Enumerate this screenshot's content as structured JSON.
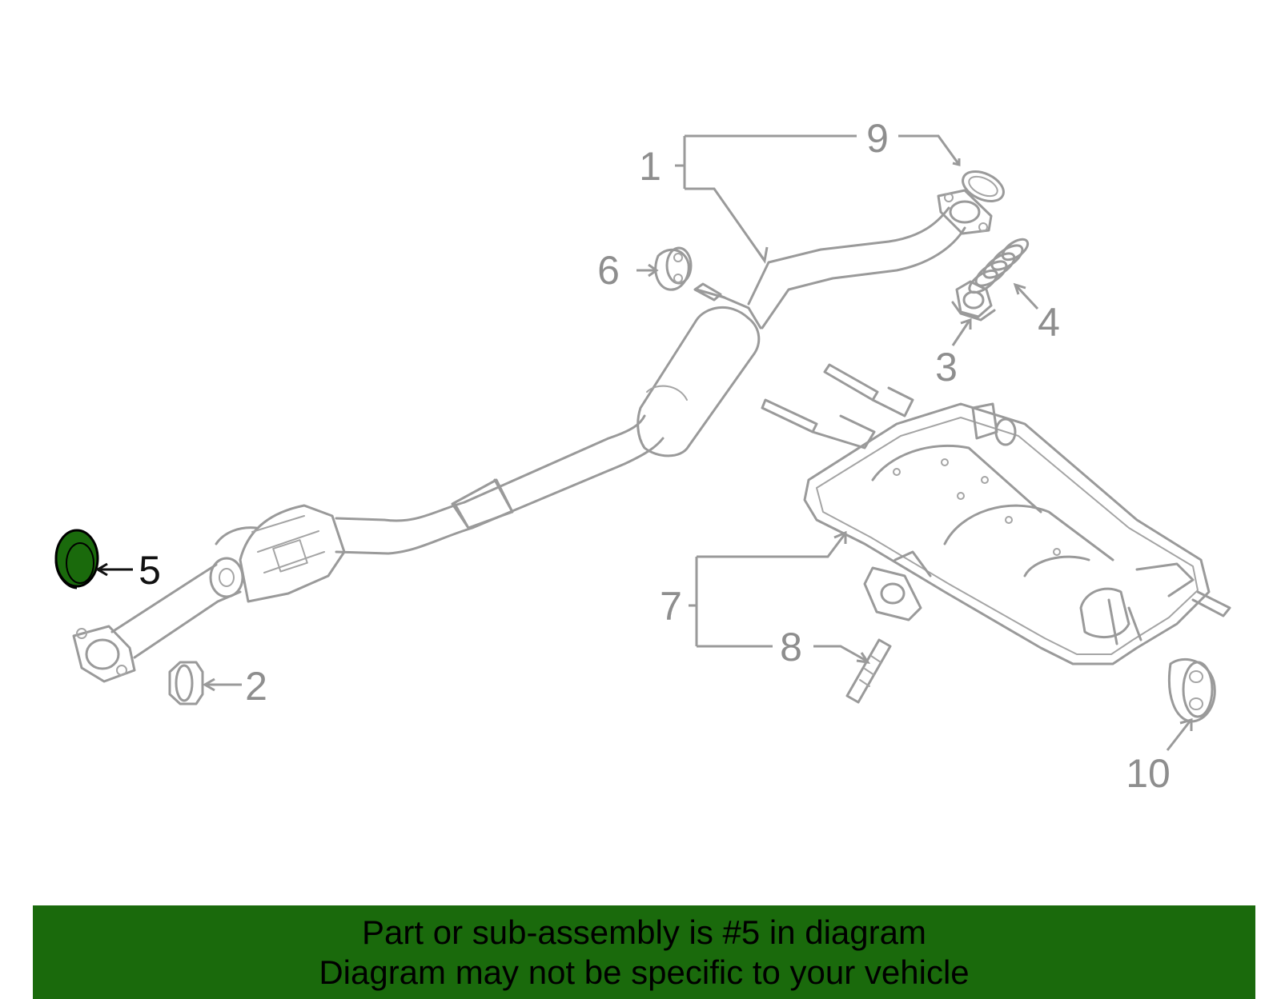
{
  "callouts": {
    "c1": "1",
    "c2": "2",
    "c3": "3",
    "c4": "4",
    "c5": "5",
    "c6": "6",
    "c7": "7",
    "c8": "8",
    "c9": "9",
    "c10": "10"
  },
  "highlight": {
    "part": "5",
    "color": "#1a6a0c"
  },
  "banner": {
    "line1": "Part or sub-assembly is #5 in diagram",
    "line2": "Diagram may not be specific to your vehicle",
    "background": "#1a6a0c"
  }
}
